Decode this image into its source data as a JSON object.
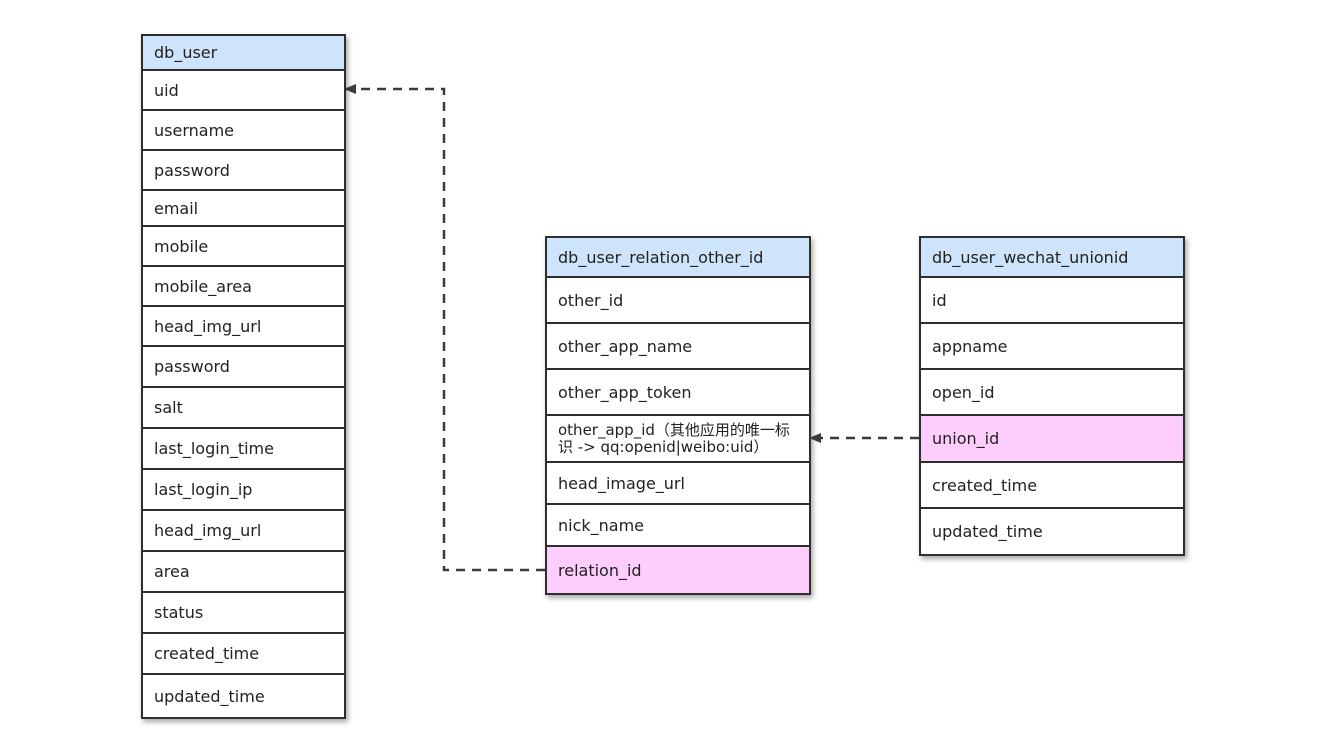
{
  "colors": {
    "header": "#cde4fb",
    "highlight": "#fdcdfb",
    "border": "#2e2e2e",
    "connector": "#3a3a3a"
  },
  "tables": {
    "db_user": {
      "title": "db_user",
      "fields": [
        "uid",
        "username",
        "password",
        "email",
        "mobile",
        "mobile_area",
        "head_img_url",
        "password",
        "salt",
        "last_login_time",
        "last_login_ip",
        "head_img_url",
        "area",
        "status",
        "created_time",
        "updated_time"
      ]
    },
    "relation": {
      "title": "db_user_relation_other_id",
      "fields": [
        "other_id",
        "other_app_name",
        "other_app_token",
        "other_app_id（其他应用的唯一标识 -> qq:openid|weibo:uid）",
        "head_image_url",
        "nick_name",
        "relation_id"
      ]
    },
    "wechat": {
      "title": "db_user_wechat_unionid",
      "fields": [
        "id",
        "appname",
        "open_id",
        "union_id",
        "created_time",
        "updated_time"
      ]
    }
  }
}
